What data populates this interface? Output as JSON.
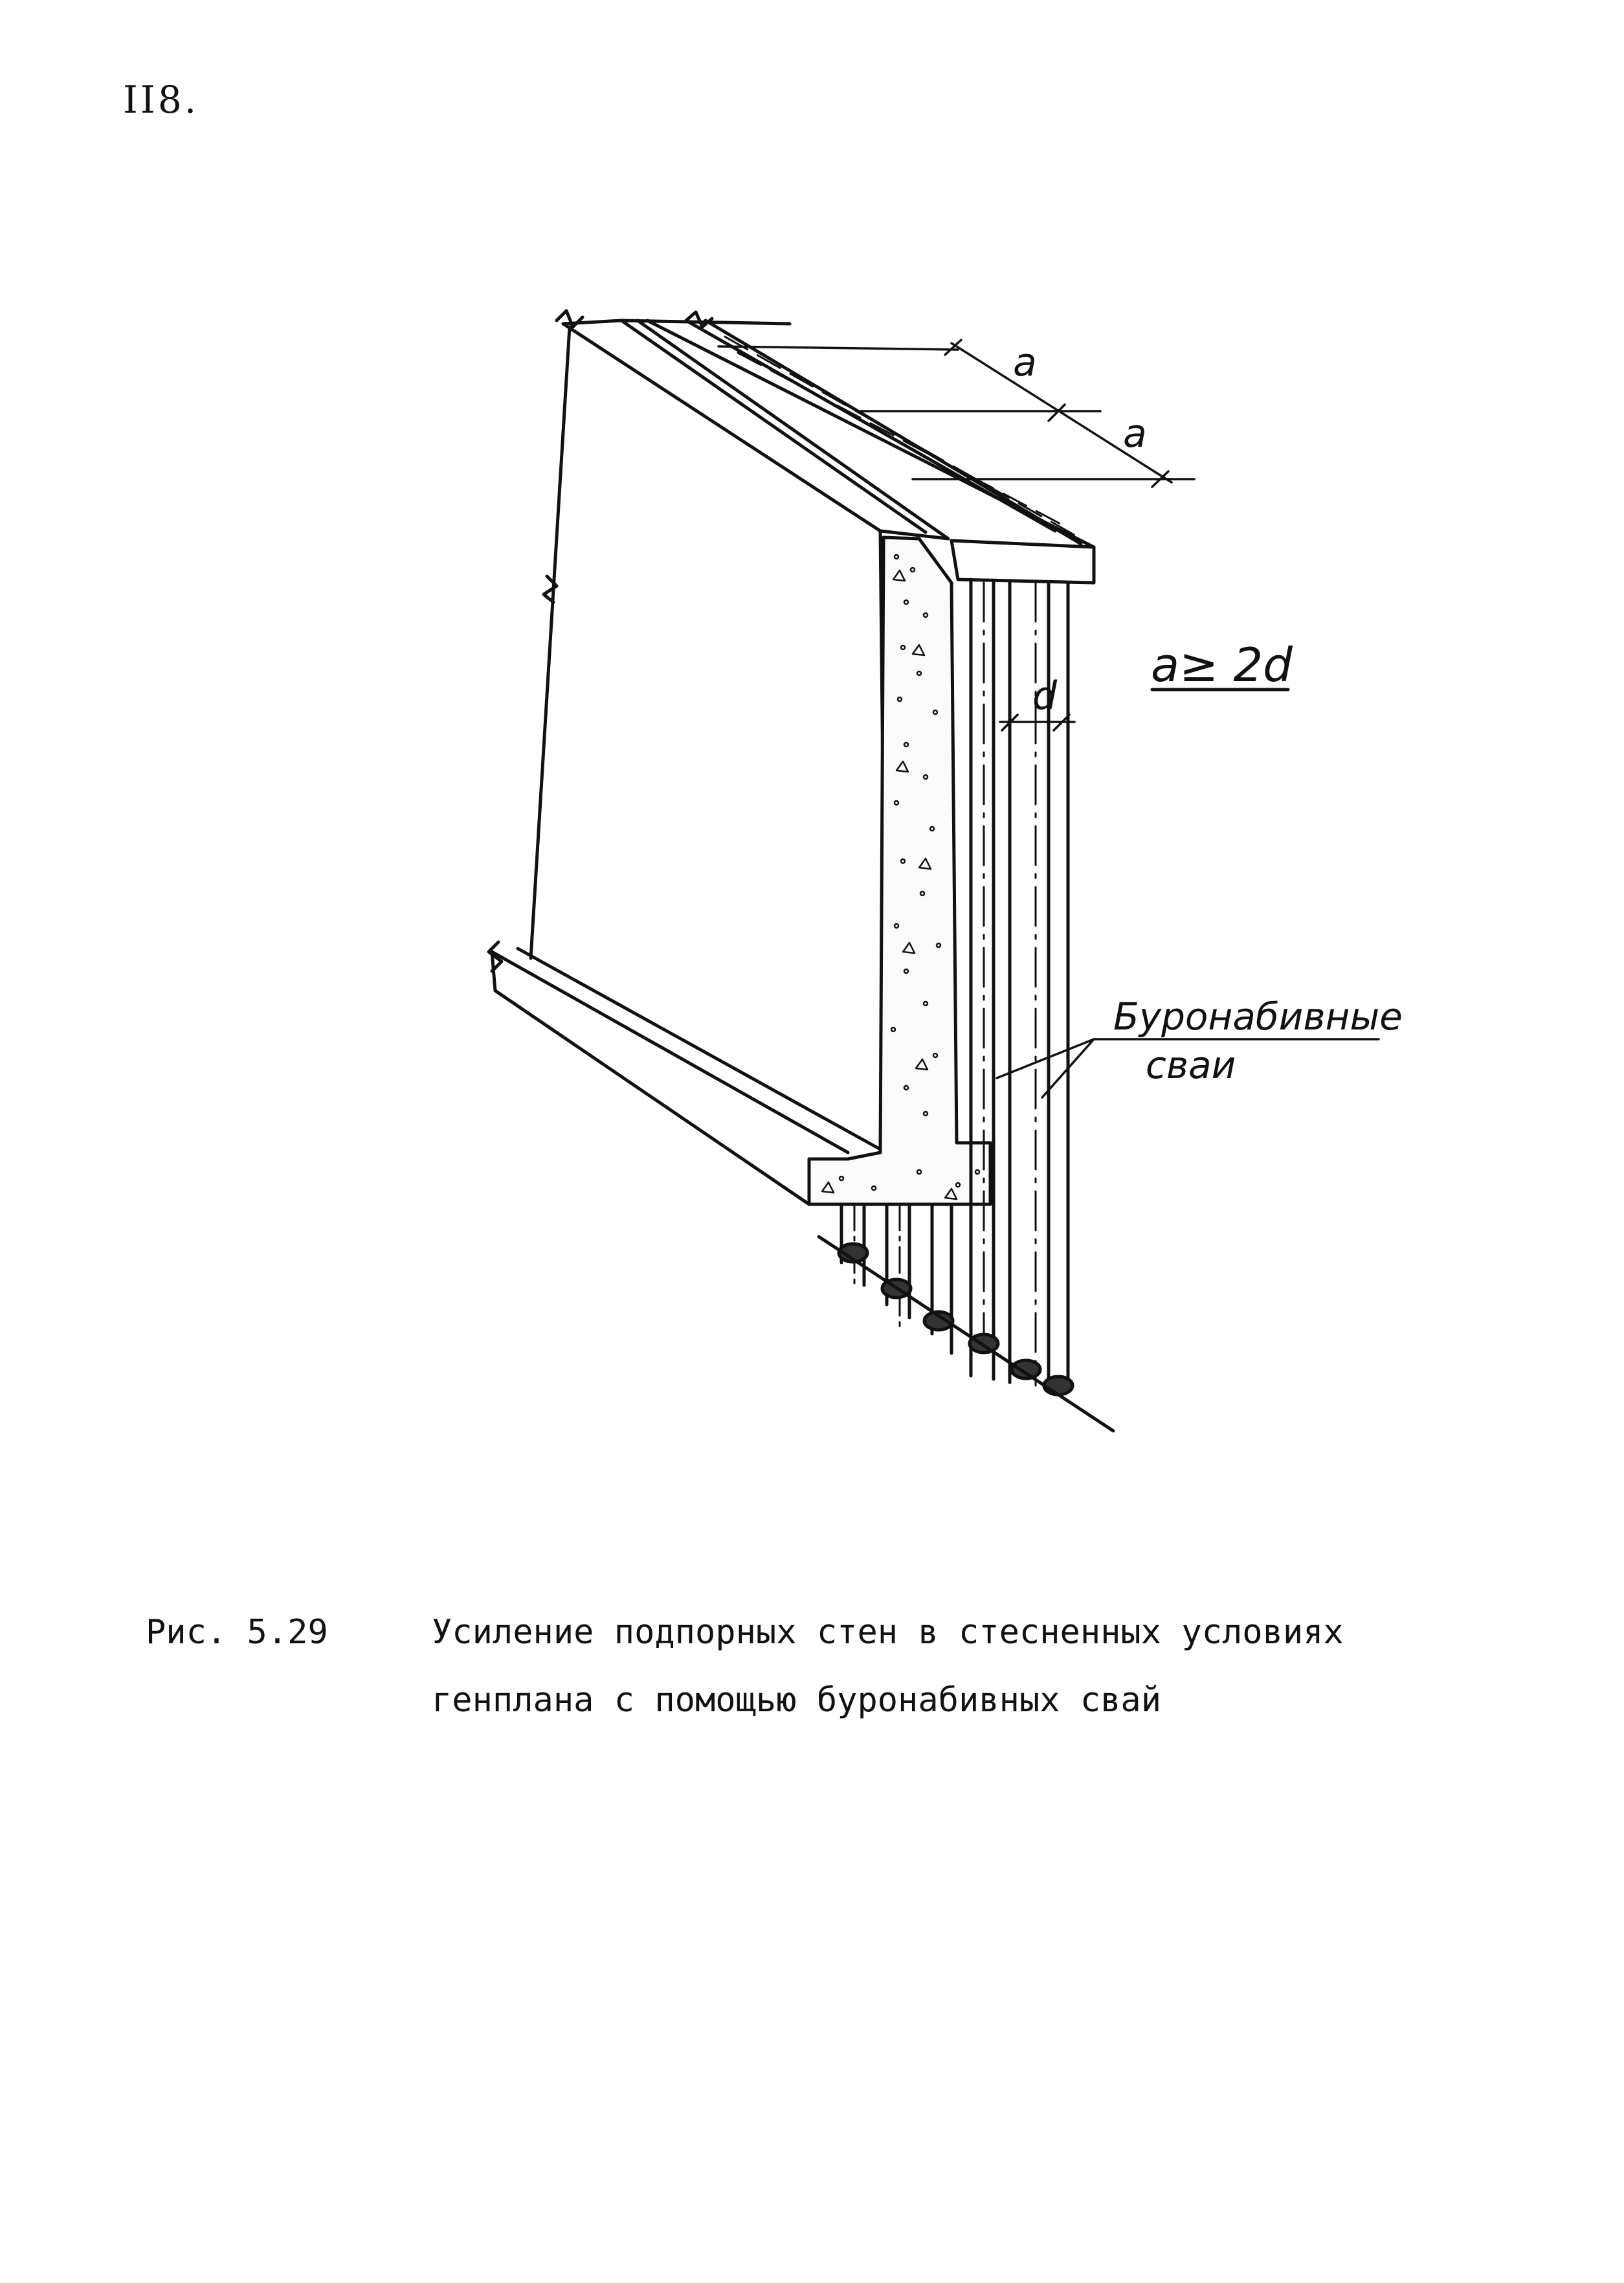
{
  "page": {
    "number": "II8."
  },
  "figure": {
    "dimension_label_1": "a",
    "dimension_label_2": "a",
    "condition": "a≥ 2d",
    "diameter_label": "d",
    "pile_label_line1": "Буронабивные",
    "pile_label_line2": "сваи"
  },
  "caption": {
    "number": "Рис. 5.29",
    "line1": "Усиление подпорных стен в стесненных условиях",
    "line2": "генплана с помощью буронабивных свай"
  }
}
